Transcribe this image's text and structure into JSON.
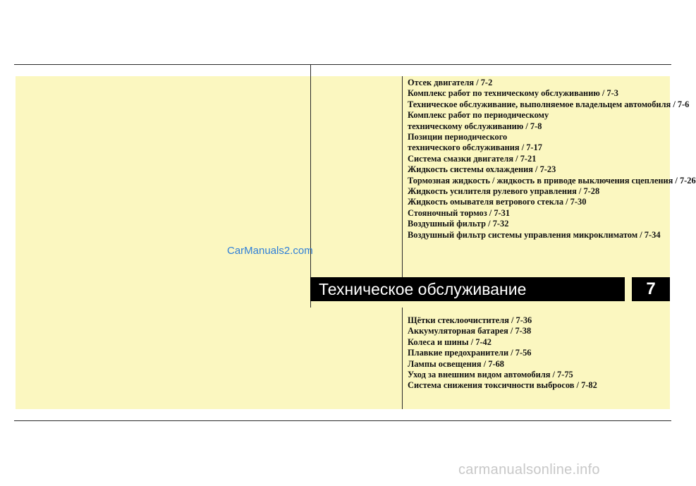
{
  "contents_upper": [
    "Отсек двигателя / 7-2",
    "Комплекс работ по техническому обслуживанию / 7-3",
    "Техническое обслуживание, выполняемое владельцем автомобиля / 7-6",
    "Комплекс работ по периодическому",
    "техническому обслуживанию / 7-8",
    "Позиции периодического",
    "технического обслуживания / 7-17",
    "Система смазки двигателя / 7-21",
    "Жидкость системы охлаждения / 7-23",
    "Тормозная жидкость / жидкость в приводе выключения сцепления / 7-26",
    "Жидкость усилителя рулевого управления / 7-28",
    "Жидкость омывателя ветрового стекла / 7-30",
    "Стояночный тормоз / 7-31",
    "Воздушный фильтр / 7-32",
    "Воздушный фильтр системы управления микроклиматом / 7-34"
  ],
  "chapter": {
    "title": "Техническое обслуживание",
    "number": "7"
  },
  "contents_lower": [
    "Щётки стеклоочистителя / 7-36",
    "Аккумуляторная батарея / 7-38",
    "Колеса и шины / 7-42",
    "Плавкие предохранители / 7-56",
    "Лампы освещения / 7-68",
    "Уход за внешним видом автомобиля / 7-75",
    "Система снижения токсичности выбросов / 7-82"
  ],
  "watermarks": {
    "site_a": "CarManuals2.com",
    "site_b": "carmanualsonline.info"
  }
}
